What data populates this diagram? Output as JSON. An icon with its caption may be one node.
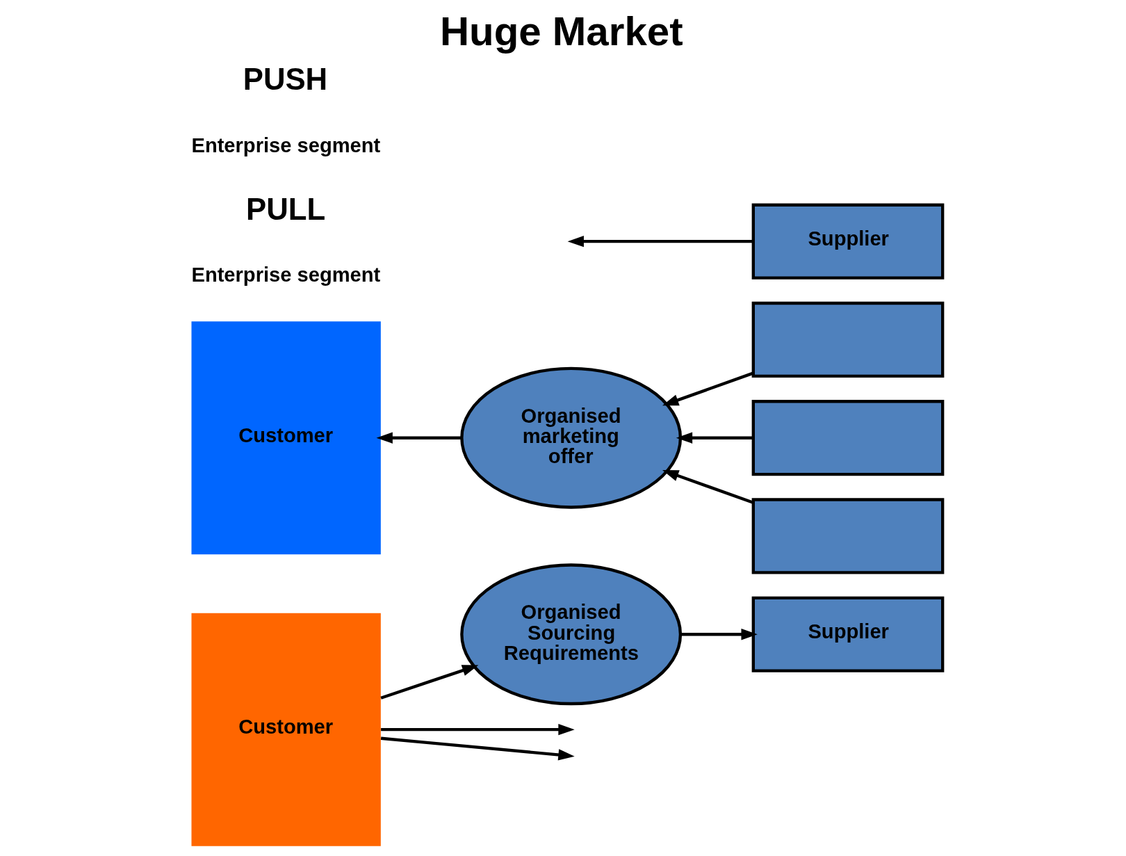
{
  "diagram": {
    "title": "Huge Market",
    "nodes": [
      {
        "text": [
          "Customer"
        ]
      },
      {
        "text": [
          "Organised Sourcing Requirements"
        ]
      },
      {
        "text": [
          "Supplier"
        ]
      },
      {
        "text": [
          "Customer"
        ]
      },
      {
        "text": [
          "Organised marketing offer"
        ]
      },
      {
        "text": [],
        "shape": "box"
      },
      {
        "text": [],
        "shape": "box"
      },
      {
        "text": [],
        "shape": "box"
      },
      {
        "text": [
          "Supplier"
        ]
      }
    ],
    "edges": [
      {
        "from": 0,
        "to": null,
        "arrow": "to"
      },
      {
        "from": 0,
        "to": 1,
        "arrow": "to"
      },
      {
        "from": 0,
        "to": null,
        "arrow": "to"
      },
      {
        "from": 1,
        "to": 2,
        "arrow": "to"
      },
      {
        "from": 5,
        "to": 4,
        "arrow": "to"
      },
      {
        "from": 6,
        "to": 4,
        "arrow": "to"
      },
      {
        "from": 7,
        "to": 4,
        "arrow": "to"
      },
      {
        "from": 8,
        "to": null,
        "arrow": "to"
      },
      {
        "from": 4,
        "to": 3,
        "arrow": "to"
      }
    ],
    "labels": [
      "Enterprise segment",
      "PULL",
      "Enterprise segment",
      "PUSH"
    ]
  }
}
